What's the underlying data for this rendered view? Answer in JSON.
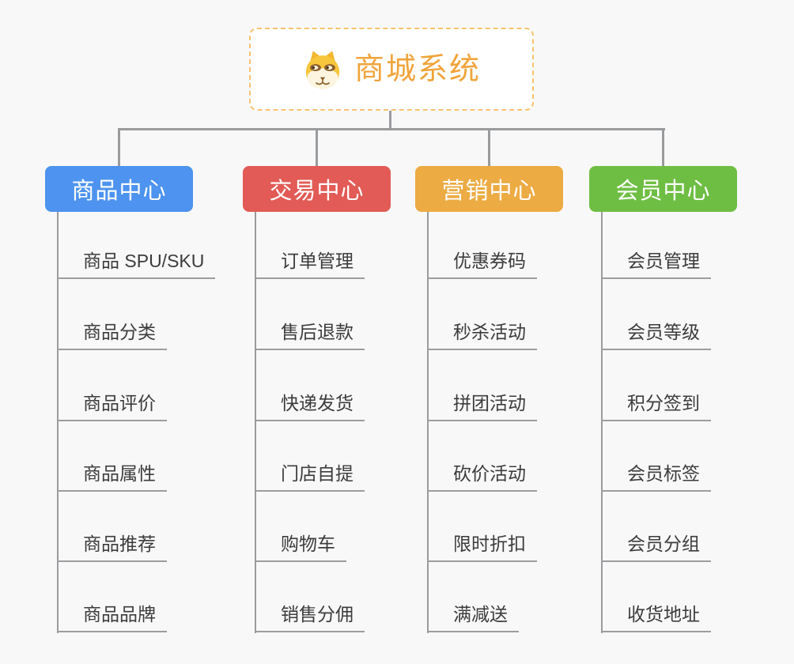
{
  "page": {
    "background_color": "#f8f8f8",
    "connector_color": "#999b9d",
    "leaf_text_color": "#3c3c3c"
  },
  "root": {
    "label": "商城系统",
    "icon": "dog-face-icon",
    "text_color": "#f0a43b",
    "border_color": "#f7c36f",
    "fill_color": "#ffffff"
  },
  "branches": [
    {
      "label": "商品中心",
      "color": "#4d93ef",
      "children": [
        "商品 SPU/SKU",
        "商品分类",
        "商品评价",
        "商品属性",
        "商品推荐",
        "商品品牌"
      ]
    },
    {
      "label": "交易中心",
      "color": "#e25b56",
      "children": [
        "订单管理",
        "售后退款",
        "快递发货",
        "门店自提",
        "购物车",
        "销售分佣"
      ]
    },
    {
      "label": "营销中心",
      "color": "#ecab43",
      "children": [
        "优惠券码",
        "秒杀活动",
        "拼团活动",
        "砍价活动",
        "限时折扣",
        "满减送"
      ]
    },
    {
      "label": "会员中心",
      "color": "#6fbe44",
      "children": [
        "会员管理",
        "会员等级",
        "积分签到",
        "会员标签",
        "会员分组",
        "收货地址"
      ]
    }
  ]
}
